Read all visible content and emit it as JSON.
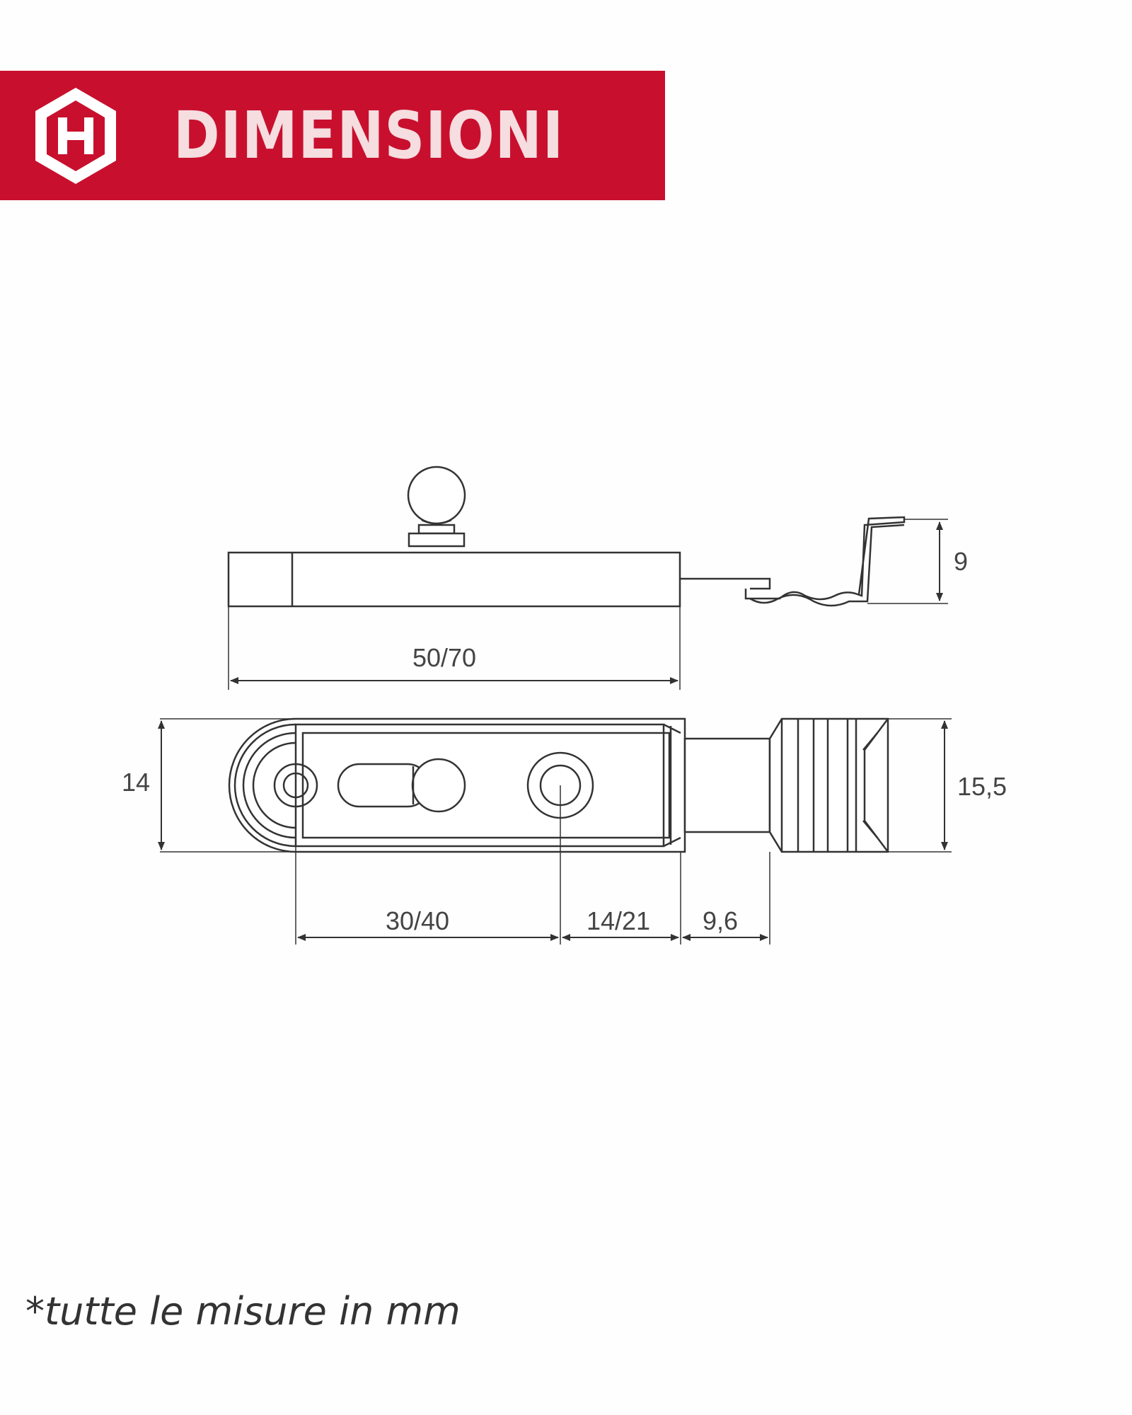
{
  "header": {
    "title": "DIMENSIONI",
    "accent_color": "#c8102e",
    "logo_icon": "hexagon-h-logo-icon"
  },
  "dimensions": {
    "total_length": "50/70",
    "height_right": "9",
    "width_left": "14",
    "width_right": "15,5",
    "hole_spacing": "30/40",
    "hole_to_end": "14/21",
    "tip_length": "9,6"
  },
  "footnote": "*tutte le misure in mm"
}
